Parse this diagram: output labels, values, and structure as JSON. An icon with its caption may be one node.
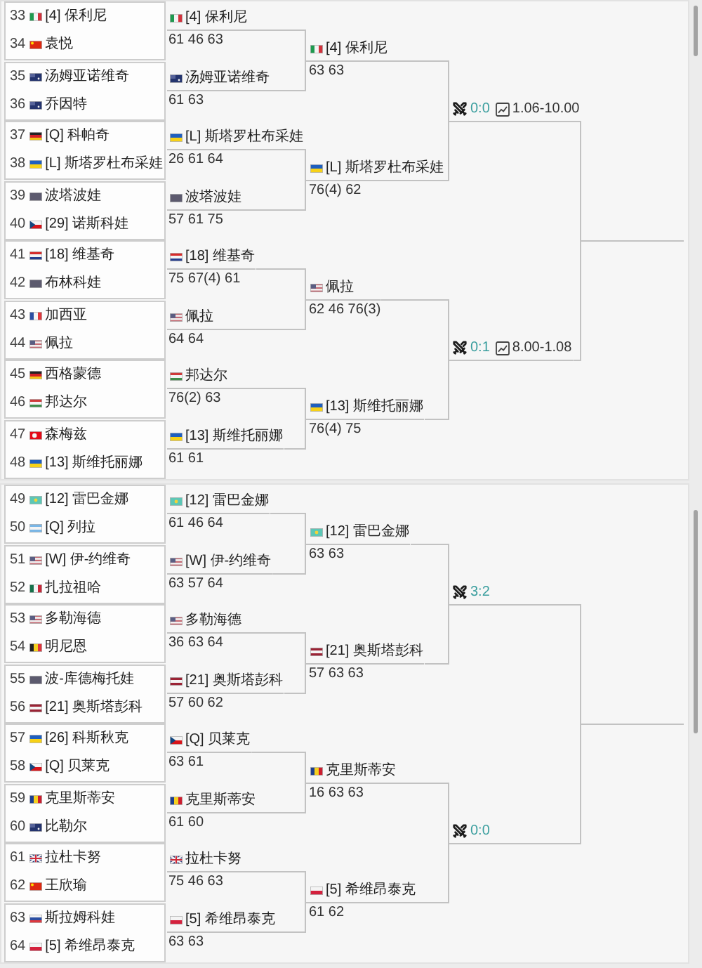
{
  "diagram": {
    "nodes": [
      {
        "text": [],
        "shape": "box"
      },
      {
        "text": [],
        "shape": "box",
        "in": 0
      },
      {
        "text": [
          "33",
          "[4] 保利尼"
        ],
        "in": 1
      },
      {
        "text": [
          "34",
          "袁悦"
        ],
        "in": 1
      },
      {
        "text": [],
        "shape": "box",
        "in": 0
      },
      {
        "text": [
          "35",
          "汤姆亚诺维奇"
        ],
        "in": 4
      },
      {
        "text": [
          "36",
          "乔因特"
        ],
        "in": 4
      },
      {
        "text": [],
        "shape": "box",
        "in": 0
      },
      {
        "text": [
          "37",
          "[Q] 科帕奇"
        ],
        "in": 7
      },
      {
        "text": [
          "38",
          "[L] 斯塔罗杜布采娃"
        ],
        "in": 7
      },
      {
        "text": [],
        "shape": "box",
        "in": 0
      },
      {
        "text": [
          "39",
          "波塔波娃"
        ],
        "in": 10
      },
      {
        "text": [
          "40",
          "[29] 诺斯科娃"
        ],
        "in": 10
      },
      {
        "text": [],
        "shape": "box",
        "in": 0
      },
      {
        "text": [
          "41",
          "[18] 维基奇"
        ],
        "in": 13
      },
      {
        "text": [
          "42",
          "布林科娃"
        ],
        "in": 13
      },
      {
        "text": [],
        "shape": "box",
        "in": 0
      },
      {
        "text": [
          "43",
          "加西亚"
        ],
        "in": 16
      },
      {
        "text": [
          "44",
          "佩拉"
        ],
        "in": 16
      },
      {
        "text": [],
        "shape": "box",
        "in": 0
      },
      {
        "text": [
          "45",
          "西格蒙德"
        ],
        "in": 19
      },
      {
        "text": [
          "46",
          "邦达尔"
        ],
        "in": 19
      },
      {
        "text": [],
        "shape": "box",
        "in": 0
      },
      {
        "text": [
          "47",
          "森梅兹"
        ],
        "in": 22
      },
      {
        "text": [
          "48",
          "[13] 斯维托丽娜"
        ],
        "in": 22
      },
      {
        "text": [
          "[4] 保利尼",
          "61 46 63"
        ],
        "in": 0
      },
      {
        "text": [
          "汤姆亚诺维奇",
          "61 63"
        ],
        "in": 0
      },
      {
        "text": [
          "[L] 斯塔罗杜布采娃",
          "26 61 64"
        ],
        "in": 0
      },
      {
        "text": [
          "波塔波娃",
          "57 61 75"
        ],
        "in": 0
      },
      {
        "text": [
          "[18] 维基奇",
          "75 67(4) 61"
        ],
        "in": 0
      },
      {
        "text": [
          "佩拉",
          "64 64"
        ],
        "in": 0
      },
      {
        "text": [
          "邦达尔",
          "76(2) 63"
        ],
        "in": 0
      },
      {
        "text": [
          "[13] 斯维托丽娜",
          "61 61"
        ],
        "in": 0
      },
      {
        "text": [
          "[4] 保利尼",
          "63 63"
        ],
        "in": 0
      },
      {
        "text": [
          "[L] 斯塔罗杜布采娃",
          "76(4) 62"
        ],
        "in": 0
      },
      {
        "text": [
          "佩拉",
          "62 46 76(3)"
        ],
        "in": 0
      },
      {
        "text": [
          "[13] 斯维托丽娜",
          "76(4) 75"
        ],
        "in": 0
      },
      {
        "text": [
          "0:0",
          "1.06-10.00"
        ],
        "in": 0
      },
      {
        "text": [
          "0:1",
          "8.00-1.08"
        ],
        "in": 0
      },
      {
        "text": [],
        "shape": "box"
      },
      {
        "text": [],
        "shape": "box",
        "in": 39
      },
      {
        "text": [
          "49",
          "[12] 雷巴金娜"
        ],
        "in": 40
      },
      {
        "text": [
          "50",
          "[Q] 列拉"
        ],
        "in": 40
      },
      {
        "text": [],
        "shape": "box",
        "in": 39
      },
      {
        "text": [
          "51",
          "[W] 伊-约维奇"
        ],
        "in": 43
      },
      {
        "text": [
          "52",
          "扎拉祖哈"
        ],
        "in": 43
      },
      {
        "text": [],
        "shape": "box",
        "in": 39
      },
      {
        "text": [
          "53",
          "多勒海德"
        ],
        "in": 46
      },
      {
        "text": [
          "54",
          "明尼恩"
        ],
        "in": 46
      },
      {
        "text": [],
        "shape": "box",
        "in": 39
      },
      {
        "text": [
          "55",
          "波-库德梅托娃"
        ],
        "in": 49
      },
      {
        "text": [
          "56",
          "[21] 奥斯塔彭科"
        ],
        "in": 49
      },
      {
        "text": [],
        "shape": "box",
        "in": 39
      },
      {
        "text": [
          "57",
          "[26] 科斯秋克"
        ],
        "in": 52
      },
      {
        "text": [
          "58",
          "[Q] 贝莱克"
        ],
        "in": 52
      },
      {
        "text": [],
        "shape": "box",
        "in": 39
      },
      {
        "text": [
          "59",
          "克里斯蒂安"
        ],
        "in": 55
      },
      {
        "text": [
          "60",
          "比勒尔"
        ],
        "in": 55
      },
      {
        "text": [],
        "shape": "box",
        "in": 39
      },
      {
        "text": [
          "61",
          "拉杜卡努"
        ],
        "in": 58
      },
      {
        "text": [
          "62",
          "王欣瑜"
        ],
        "in": 58
      },
      {
        "text": [],
        "shape": "box",
        "in": 39
      },
      {
        "text": [
          "63",
          "斯拉姆科娃"
        ],
        "in": 61
      },
      {
        "text": [
          "64",
          "[5] 希维昂泰克"
        ],
        "in": 61
      },
      {
        "text": [
          "[12] 雷巴金娜",
          "61 46 64"
        ],
        "in": 39
      },
      {
        "text": [
          "[W] 伊-约维奇",
          "63 57 64"
        ],
        "in": 39
      },
      {
        "text": [
          "多勒海德",
          "36 63 64"
        ],
        "in": 39
      },
      {
        "text": [
          "[21] 奥斯塔彭科",
          "57 60 62"
        ],
        "in": 39
      },
      {
        "text": [
          "[Q] 贝莱克",
          "63 61"
        ],
        "in": 39
      },
      {
        "text": [
          "克里斯蒂安",
          "61 60"
        ],
        "in": 39
      },
      {
        "text": [
          "拉杜卡努",
          "75 46 63"
        ],
        "in": 39
      },
      {
        "text": [
          "[5] 希维昂泰克",
          "63 63"
        ],
        "in": 39
      },
      {
        "text": [
          "[12] 雷巴金娜",
          "63 63"
        ],
        "in": 39
      },
      {
        "text": [
          "[21] 奥斯塔彭科",
          "57 63 63"
        ],
        "in": 39
      },
      {
        "text": [
          "克里斯蒂安",
          "16 63 63"
        ],
        "in": 39
      },
      {
        "text": [
          "[5] 希维昂泰克",
          "61 62"
        ],
        "in": 39
      },
      {
        "text": [
          "3:2"
        ],
        "in": 39
      },
      {
        "text": [
          "0:0"
        ],
        "in": 39
      }
    ],
    "edges": [
      {
        "from": 25,
        "to": 33,
        "arrow": "none"
      },
      {
        "from": 26,
        "to": 33,
        "arrow": "none"
      },
      {
        "from": 27,
        "to": 34,
        "arrow": "none"
      },
      {
        "from": 28,
        "to": 34,
        "arrow": "none"
      },
      {
        "from": 29,
        "to": 35,
        "arrow": "none"
      },
      {
        "from": 30,
        "to": 35,
        "arrow": "none"
      },
      {
        "from": 31,
        "to": 36,
        "arrow": "none"
      },
      {
        "from": 32,
        "to": 36,
        "arrow": "none"
      },
      {
        "from": 33,
        "to": 37,
        "arrow": "none"
      },
      {
        "from": 34,
        "to": 37,
        "arrow": "none"
      },
      {
        "from": 35,
        "to": 38,
        "arrow": "none"
      },
      {
        "from": 36,
        "to": 38,
        "arrow": "none"
      },
      {
        "from": 37,
        "to": null,
        "arrow": "none"
      },
      {
        "from": 38,
        "to": null,
        "arrow": "none"
      },
      {
        "from": 64,
        "to": 72,
        "arrow": "none"
      },
      {
        "from": 65,
        "to": 72,
        "arrow": "none"
      },
      {
        "from": 66,
        "to": 73,
        "arrow": "none"
      },
      {
        "from": 67,
        "to": 73,
        "arrow": "none"
      },
      {
        "from": 68,
        "to": 74,
        "arrow": "none"
      },
      {
        "from": 69,
        "to": 74,
        "arrow": "none"
      },
      {
        "from": 70,
        "to": 75,
        "arrow": "none"
      },
      {
        "from": 71,
        "to": 75,
        "arrow": "none"
      },
      {
        "from": 72,
        "to": 76,
        "arrow": "none"
      },
      {
        "from": 73,
        "to": 76,
        "arrow": "none"
      },
      {
        "from": 74,
        "to": 77,
        "arrow": "none"
      },
      {
        "from": 75,
        "to": 77,
        "arrow": "none"
      },
      {
        "from": 76,
        "to": null,
        "arrow": "none"
      },
      {
        "from": 77,
        "to": null,
        "arrow": "none"
      }
    ]
  }
}
